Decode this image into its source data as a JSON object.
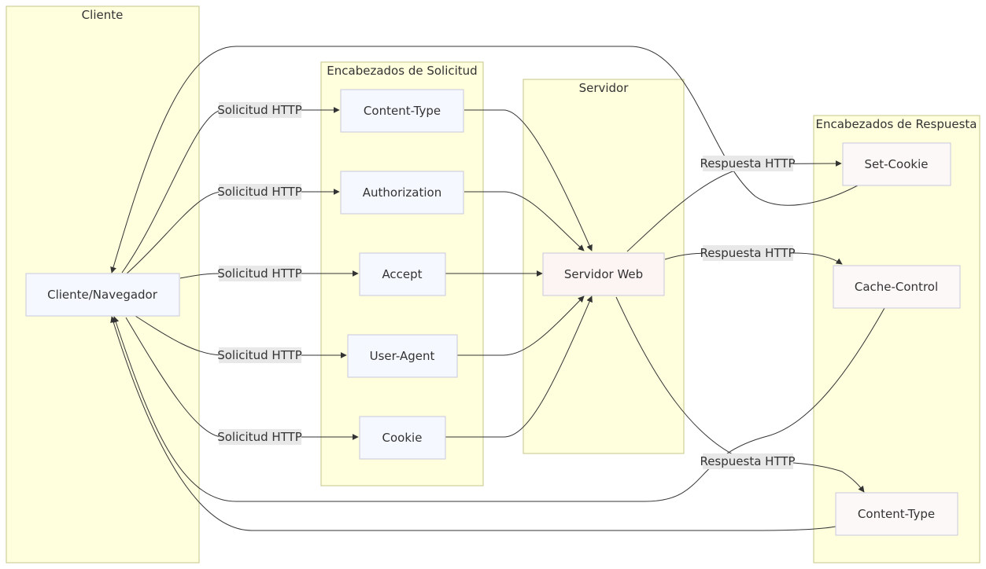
{
  "clusters": {
    "cliente": "Cliente",
    "request_headers": "Encabezados de Solicitud",
    "servidor": "Servidor",
    "response_headers": "Encabezados de Respuesta"
  },
  "nodes": {
    "browser": "Cliente/Navegador",
    "req_content_type": "Content-Type",
    "authorization": "Authorization",
    "accept": "Accept",
    "user_agent": "User-Agent",
    "cookie": "Cookie",
    "web_server": "Servidor Web",
    "set_cookie": "Set-Cookie",
    "cache_control": "Cache-Control",
    "res_content_type": "Content-Type"
  },
  "edge_labels": {
    "request": "Solicitud HTTP",
    "response": "Respuesta HTTP"
  },
  "colors": {
    "cluster_fill": "#ffffde",
    "cluster_stroke": "#c4c48a",
    "client_node_fill": "#f5f8ff",
    "server_node_fill": "#fdf4f4",
    "response_node_fill": "#fdf8f8",
    "edge_stroke": "#333333"
  }
}
